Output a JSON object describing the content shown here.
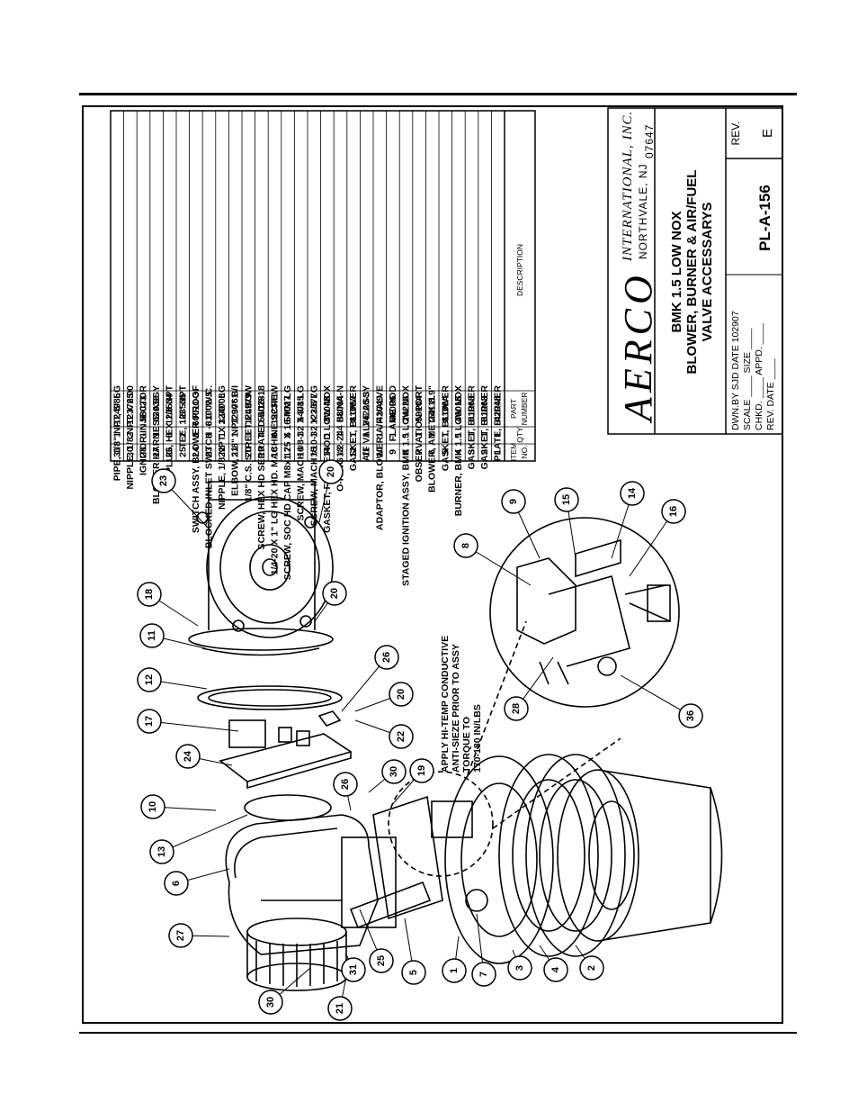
{
  "parts_list": {
    "rows": [
      {
        "item": "31",
        "qty": "1",
        "part": "124985",
        "desc": "PIPE, 1/8\" NPT, 5\" LG"
      },
      {
        "item": "30",
        "qty": "2",
        "part": "123765",
        "desc": "NIPPLE, 1/8 NPT X 2.00"
      },
      {
        "item": "28",
        "qty": "1",
        "part": "58023",
        "desc": "IGNITOR-INJECTOR"
      },
      {
        "item": "27",
        "qty": "1",
        "part": "63038",
        "desc": "BLOWER HARNESS ASSY"
      },
      {
        "item": "26",
        "qty": "3",
        "part": "123534",
        "desc": "PLUG, HEX 1/8 NPT"
      },
      {
        "item": "25",
        "qty": "2",
        "part": "123535",
        "desc": "TEE, 1/8\" NPT"
      },
      {
        "item": "24",
        "qty": "1",
        "part": "60011-3",
        "desc": "SWITCH ASSY, BLOWER PROOF"
      },
      {
        "item": "23",
        "qty": "1",
        "part": "61002-5",
        "desc": "BLOCKED INLET SWITCH -8.0\" W.C."
      },
      {
        "item": "22",
        "qty": "1",
        "part": "124008",
        "desc": "NIPPLE, 1/8 NPT X 3.00\" LG"
      },
      {
        "item": "21",
        "qty": "1",
        "part": "123761",
        "desc": "ELBOW, 1/8\" NPT 90° B/I"
      },
      {
        "item": "20",
        "qty": "3",
        "part": "124979",
        "desc": "1/8\" C.S. STREET ELBOW"
      },
      {
        "item": "19",
        "qty": "4",
        "part": "54028",
        "desc": "SCREW, HEX HD SERRATED 5/16-18"
      },
      {
        "item": "18",
        "qty": "6",
        "part": "122371",
        "desc": "1/4-20 X 1\" LG HEX HD. MACHINE SCREW"
      },
      {
        "item": "17",
        "qty": "6",
        "part": "54027",
        "desc": "SCREW, SOC HD CAP M8x1.25 X 16 MM LG"
      },
      {
        "item": "16",
        "qty": "1",
        "part": "54015",
        "desc": "SCREW, MACH #8-32 X 3/8 LG"
      },
      {
        "item": "15",
        "qty": "1",
        "part": "122377",
        "desc": "SCREW, MACH #10-32 X 3/8 LG"
      },
      {
        "item": "14",
        "qty": "1",
        "part": "81048",
        "desc": "GASKET, FLAME ROD LOW NOX"
      },
      {
        "item": "13",
        "qty": "1",
        "part": "88004",
        "desc": "O-RING #2-244 BUNA-N"
      },
      {
        "item": "12",
        "qty": "1",
        "part": "81057",
        "desc": "GASKET, BLOWER"
      },
      {
        "item": "11",
        "qty": "1",
        "part": "24220-3",
        "desc": "A/F VALVE ASSY"
      },
      {
        "item": "10",
        "qty": "1",
        "part": "42049",
        "desc": "ADAPTOR, BLOWER-A/F VALVE"
      },
      {
        "item": "9",
        "qty": "1",
        "part": "66006",
        "desc": "FLAME ROD"
      },
      {
        "item": "8",
        "qty": "1",
        "part": "24226",
        "desc": "STAGED IGNITION ASSY, BMK 1.5 LOW NOX"
      },
      {
        "item": "7",
        "qty": "1",
        "part": "59104",
        "desc": "OBSERVATION PORT"
      },
      {
        "item": "6",
        "qty": "1",
        "part": "24111",
        "desc": "BLOWER, AMETEK 8.9\""
      },
      {
        "item": "5",
        "qty": "1",
        "part": "81064",
        "desc": "GASKET, BLOWER"
      },
      {
        "item": "4",
        "qty": "1",
        "part": "46015",
        "desc": "BURNER, BMK 1.5 LOW NOX"
      },
      {
        "item": "3",
        "qty": "1",
        "part": "81063",
        "desc": "GASKET, BURNER"
      },
      {
        "item": "2",
        "qty": "1",
        "part": "81063",
        "desc": "GASKET, BURNER"
      },
      {
        "item": "1",
        "qty": "1",
        "part": "42048",
        "desc": "PLATE, BURNER"
      }
    ],
    "header": {
      "item": "ITEM NO.",
      "qty": "QTY",
      "part": "PART NUMBER",
      "desc": "DESCRIPTION"
    }
  },
  "title_block": {
    "company": "AERCO",
    "company_suffix": "INTERNATIONAL, INC.",
    "location": "NORTHVALE, NJ",
    "zip": "07647",
    "title_line1": "BMK 1.5 LOW NOX",
    "title_line2": "BLOWER, BURNER & AIR/FUEL",
    "title_line3": "VALVE ACCESSARYS",
    "dwn_by": "DWN.BY SJD DATE 102907",
    "scale": "SCALE ____ SIZE ____",
    "chkd": "CHKD. ____ APPD. ____",
    "rev_date": "REV. DATE ____",
    "drawing_no": "PL-A-156",
    "rev_label": "REV.",
    "rev_value": "E"
  },
  "note": {
    "line1": "APPLY HI-TEMP CONDUCTIVE",
    "line2": "ANTI-SIEZE PRIOR TO ASSY",
    "line3": "TORQUE TO",
    "line4": "170-180 IN/LBS"
  },
  "balloons": [
    "23",
    "20",
    "18",
    "11",
    "20",
    "12",
    "17",
    "24",
    "10",
    "13",
    "6",
    "27",
    "30",
    "21",
    "31",
    "25",
    "5",
    "1",
    "7",
    "3",
    "4",
    "2",
    "30",
    "19",
    "26",
    "22",
    "20",
    "26",
    "9",
    "8",
    "15",
    "14",
    "16",
    "28",
    "36"
  ]
}
